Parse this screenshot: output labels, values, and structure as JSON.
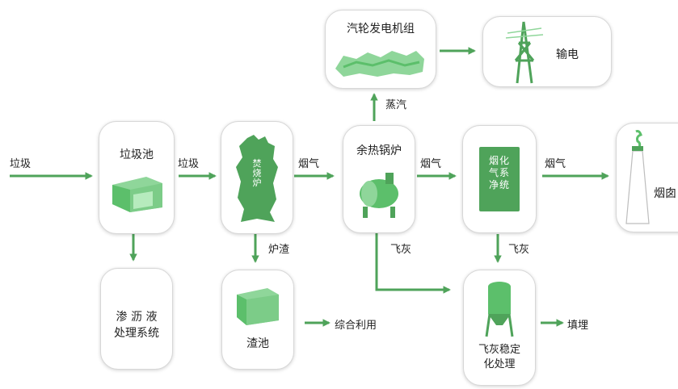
{
  "nodes": {
    "garbage_pit": "垃圾池",
    "incinerator_text": "焚烧炉",
    "waste_heat_boiler": "余热锅炉",
    "flue_gas_cleaning_text": "烟化气系净统",
    "chimney": "烟囱",
    "turbine_generator": "汽轮发电机组",
    "power_transmission": "输电",
    "leachate_line1": "渗 沥 液",
    "leachate_line2": "处理系统",
    "slag_pit": "渣池",
    "fly_ash_line1": "飞灰稳定",
    "fly_ash_line2": "化处理"
  },
  "labels": {
    "garbage_in": "垃圾",
    "garbage_to_incinerator": "垃圾",
    "flue_gas_1": "烟气",
    "flue_gas_2": "烟气",
    "flue_gas_3": "烟气",
    "steam": "蒸汽",
    "slag": "炉渣",
    "fly_ash_1": "飞灰",
    "fly_ash_2": "飞灰",
    "comprehensive_use": "综合利用",
    "landfill": "填埋"
  },
  "colors": {
    "accent": "#4fa35a",
    "fill_light": "#8fd69a",
    "fill_mid": "#5cbf6b",
    "fill_dark": "#3c8f48",
    "box_border": "#d7d7d7"
  }
}
